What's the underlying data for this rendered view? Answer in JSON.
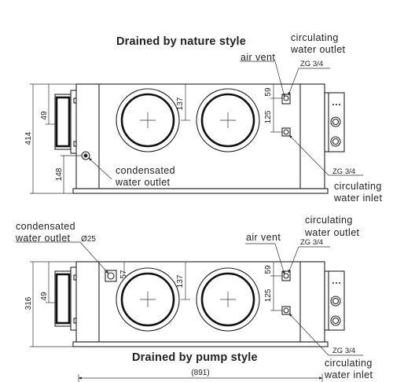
{
  "top": {
    "title": "Drained by nature style",
    "circ_outlet_1": "circulating",
    "circ_outlet_2": "water outlet",
    "air_vent": "air vent",
    "zg_top": "ZG 3/4",
    "zg_bottom": "ZG 3/4",
    "cond_1": "condensated",
    "cond_2": "water outlet",
    "circ_inlet_1": "circulating",
    "circ_inlet_2": "water inlet",
    "dim_overall": "414",
    "dim_49": "49",
    "dim_148": "148",
    "dim_137": "137",
    "dim_59": "59",
    "dim_125": "125"
  },
  "bottom": {
    "title": "Drained by pump style",
    "cond_1": "condensated",
    "cond_2": "water outlet",
    "cond_size": "Ø25",
    "air_vent": "air vent",
    "circ_outlet_1": "circulating",
    "circ_outlet_2": "water outlet",
    "zg_top": "ZG 3/4",
    "zg_bottom": "ZG 3/4",
    "circ_inlet_1": "circulating",
    "circ_inlet_2": "water inlet",
    "dim_overall": "316",
    "dim_49": "49",
    "dim_57": "57",
    "dim_137": "137",
    "dim_59": "59",
    "dim_125": "125",
    "dim_width": "(891)"
  }
}
